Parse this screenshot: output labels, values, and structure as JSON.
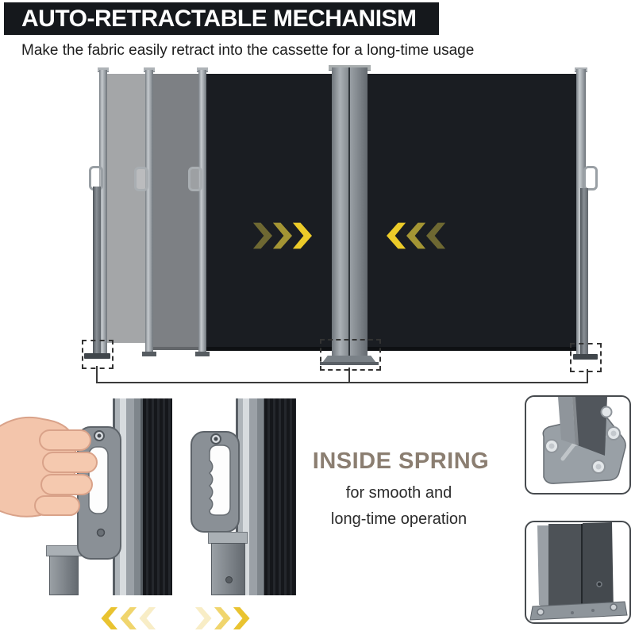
{
  "header": {
    "title": "AUTO-RETRACTABLE MECHANISM",
    "subtitle": "Make the fabric easily retract into the cassette for a long-time usage",
    "banner_bg": "#15181c",
    "banner_text_color": "#ffffff"
  },
  "diagram": {
    "fabric_color": "#1a1d22",
    "ghost_panel_colors": [
      "#a4a6a8",
      "#7d8084"
    ],
    "frame_color": "#9aa0a5",
    "arrows_left": {
      "direction": "right",
      "colors": [
        "#6e6832",
        "#a49534",
        "#eccb29"
      ]
    },
    "arrows_right": {
      "direction": "left",
      "colors": [
        "#eccb29",
        "#a49534",
        "#6e6832"
      ]
    },
    "callouts": [
      "left-support-foot",
      "center-post-base",
      "right-support-foot"
    ]
  },
  "inside_spring": {
    "title": "INSIDE SPRING",
    "line1": "for smooth and",
    "line2": "long-time operation",
    "title_color": "#8b7e71"
  },
  "bottom_arrows": {
    "left_set": {
      "direction": "left",
      "colors": [
        "#e9c330",
        "#f0d56d",
        "#f8edc6"
      ]
    },
    "right_set": {
      "direction": "right",
      "colors": [
        "#f8edc6",
        "#f0d56d",
        "#e9c330"
      ]
    }
  }
}
